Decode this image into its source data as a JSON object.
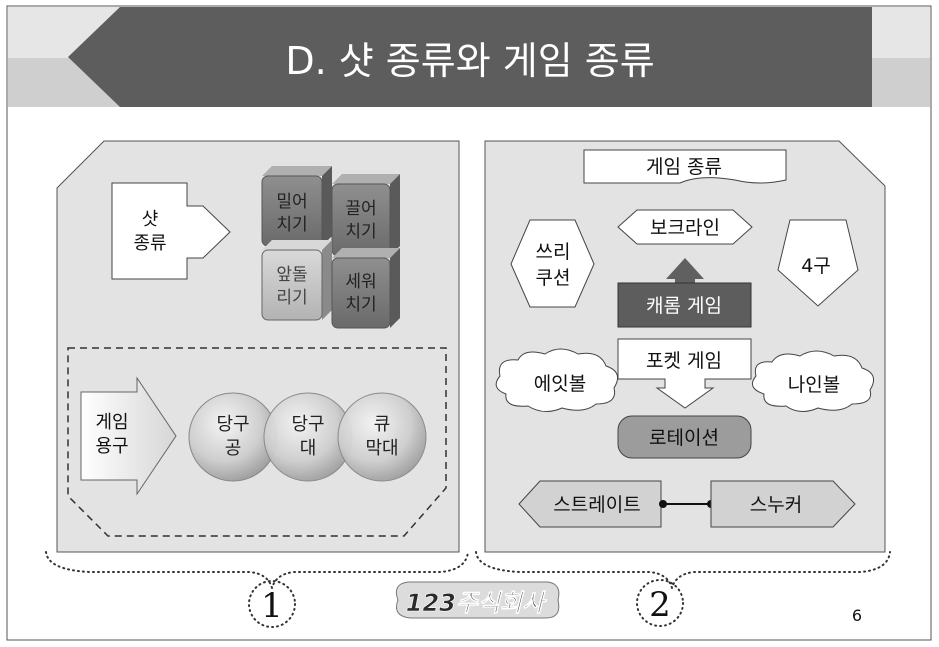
{
  "title": "D. 샷 종류와 게임 종류",
  "left_panel": {
    "shot_label_1": "샷",
    "shot_label_2": "종류",
    "shots": [
      {
        "line1": "밀어",
        "line2": "치기"
      },
      {
        "line1": "끌어",
        "line2": "치기"
      },
      {
        "line1": "앞돌",
        "line2": "리기"
      },
      {
        "line1": "세워",
        "line2": "치기"
      }
    ],
    "tools_label_1": "게임",
    "tools_label_2": "용구",
    "tools": [
      {
        "line1": "당구",
        "line2": "공"
      },
      {
        "line1": "당구",
        "line2": "대"
      },
      {
        "line1": "큐",
        "line2": "막대"
      }
    ]
  },
  "right_panel": {
    "header": "게임 종류",
    "bokeu": "보크라인",
    "three_cushion_1": "쓰리",
    "three_cushion_2": "쿠션",
    "four_ball": "4구",
    "carom": "캐롬 게임",
    "pocket": "포켓 게임",
    "eight_ball": "에잇볼",
    "nine_ball": "나인볼",
    "rotation": "로테이션",
    "straight": "스트레이트",
    "snooker": "스누커"
  },
  "footer": {
    "marker_1": "1",
    "marker_2": "2",
    "logo": "123주식회사",
    "page_number": "6"
  }
}
